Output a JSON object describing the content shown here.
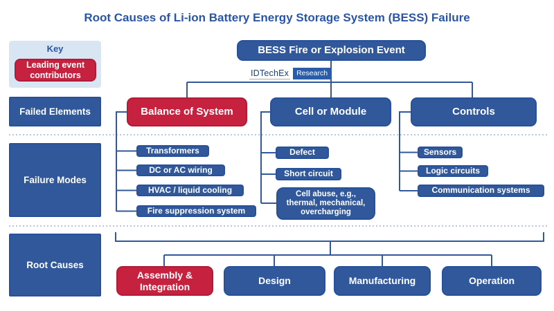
{
  "title": "Root Causes of Li-ion Battery Energy Storage System (BESS) Failure",
  "colors": {
    "blue": "#30589A",
    "blue_border": "#27519B",
    "red": "#C62240",
    "red_border": "#B01C38",
    "title_blue": "#2B55A4",
    "line_blue": "#30589A",
    "dash_blue": "#9FB2DC",
    "key_bg": "#D8E6F4"
  },
  "key": {
    "label": "Key",
    "legend": "Leading event contributors"
  },
  "root_event": "BESS Fire or Explosion Event",
  "logo": {
    "brand": "IDTechEx",
    "suffix": "Research"
  },
  "row_labels": [
    {
      "label": "Failed Elements"
    },
    {
      "label": "Failure Modes"
    },
    {
      "label": "Root Causes"
    }
  ],
  "failed_elements": [
    {
      "label": "Balance of System",
      "leading_event_contributor": true
    },
    {
      "label": "Cell or Module",
      "leading_event_contributor": false
    },
    {
      "label": "Controls",
      "leading_event_contributor": false
    }
  ],
  "failure_modes": {
    "balance_of_system": [
      "Transformers",
      "DC or AC wiring",
      "HVAC / liquid cooling",
      "Fire suppression system"
    ],
    "cell_or_module": [
      "Defect",
      "Short circuit",
      "Cell abuse, e.g., thermal, mechanical, overcharging"
    ],
    "controls": [
      "Sensors",
      "Logic circuits",
      "Communication systems"
    ]
  },
  "root_causes": [
    {
      "label": "Assembly & Integration",
      "leading_event_contributor": true
    },
    {
      "label": "Design",
      "leading_event_contributor": false
    },
    {
      "label": "Manufacturing",
      "leading_event_contributor": false
    },
    {
      "label": "Operation",
      "leading_event_contributor": false
    }
  ]
}
